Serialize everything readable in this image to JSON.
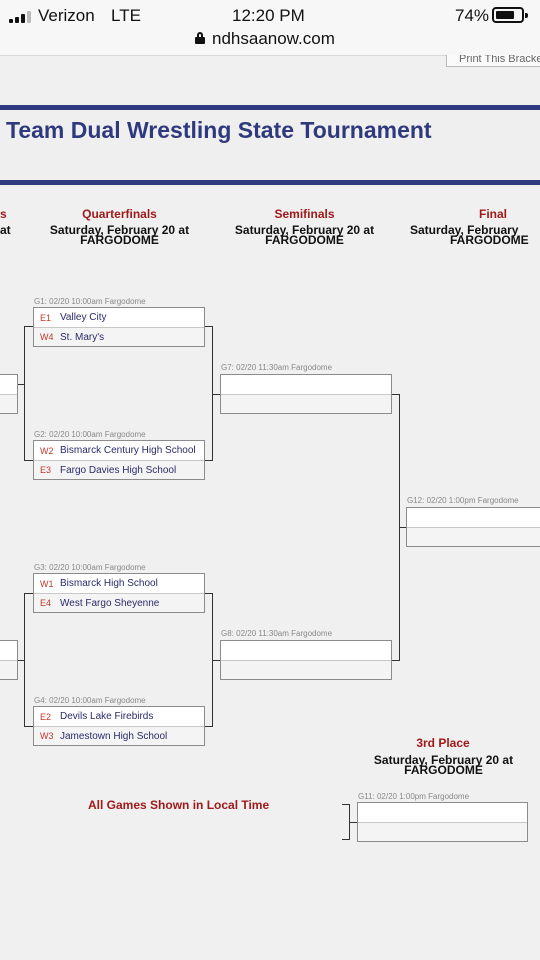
{
  "status_bar": {
    "carrier": "Verizon",
    "network": "LTE",
    "time": "12:20 PM",
    "battery": "74%",
    "battery_level": 0.74,
    "url": "ndhsaanow.com"
  },
  "page": {
    "print_link": "Print This Bracket",
    "title": "Team Dual Wrestling State Tournament",
    "footnote": "All Games Shown in Local Time"
  },
  "rounds": {
    "prev": {
      "name": "s",
      "date": "at"
    },
    "quarter": {
      "name": "Quarterfinals",
      "date1": "Saturday, February 20 at",
      "date2": "FARGODOME"
    },
    "semi": {
      "name": "Semifinals",
      "date1": "Saturday, February 20 at",
      "date2": "FARGODOME"
    },
    "final": {
      "name": "Final",
      "date1": "Saturday, February",
      "date2": "FARGODOME"
    },
    "third": {
      "name": "3rd Place",
      "date1": "Saturday, February 20 at",
      "date2": "FARGODOME"
    }
  },
  "games": {
    "g1": {
      "label": "G1: 02/20 10:00am Fargodome",
      "teams": [
        {
          "seed": "E1",
          "name": "Valley City"
        },
        {
          "seed": "W4",
          "name": "St. Mary's"
        }
      ]
    },
    "g2": {
      "label": "G2: 02/20 10:00am Fargodome",
      "teams": [
        {
          "seed": "W2",
          "name": "Bismarck Century High School"
        },
        {
          "seed": "E3",
          "name": "Fargo Davies High School"
        }
      ]
    },
    "g3": {
      "label": "G3: 02/20 10:00am Fargodome",
      "teams": [
        {
          "seed": "W1",
          "name": "Bismarck High School"
        },
        {
          "seed": "E4",
          "name": "West Fargo Sheyenne"
        }
      ]
    },
    "g4": {
      "label": "G4: 02/20 10:00am Fargodome",
      "teams": [
        {
          "seed": "E2",
          "name": "Devils Lake Firebirds"
        },
        {
          "seed": "W3",
          "name": "Jamestown High School"
        }
      ]
    },
    "g7": {
      "label": "G7: 02/20 11:30am Fargodome"
    },
    "g8": {
      "label": "G8: 02/20 11:30am Fargodome"
    },
    "g12": {
      "label": "G12: 02/20 1:00pm Fargodome"
    },
    "g11": {
      "label": "G11: 02/20 1:00pm Fargodome"
    }
  }
}
